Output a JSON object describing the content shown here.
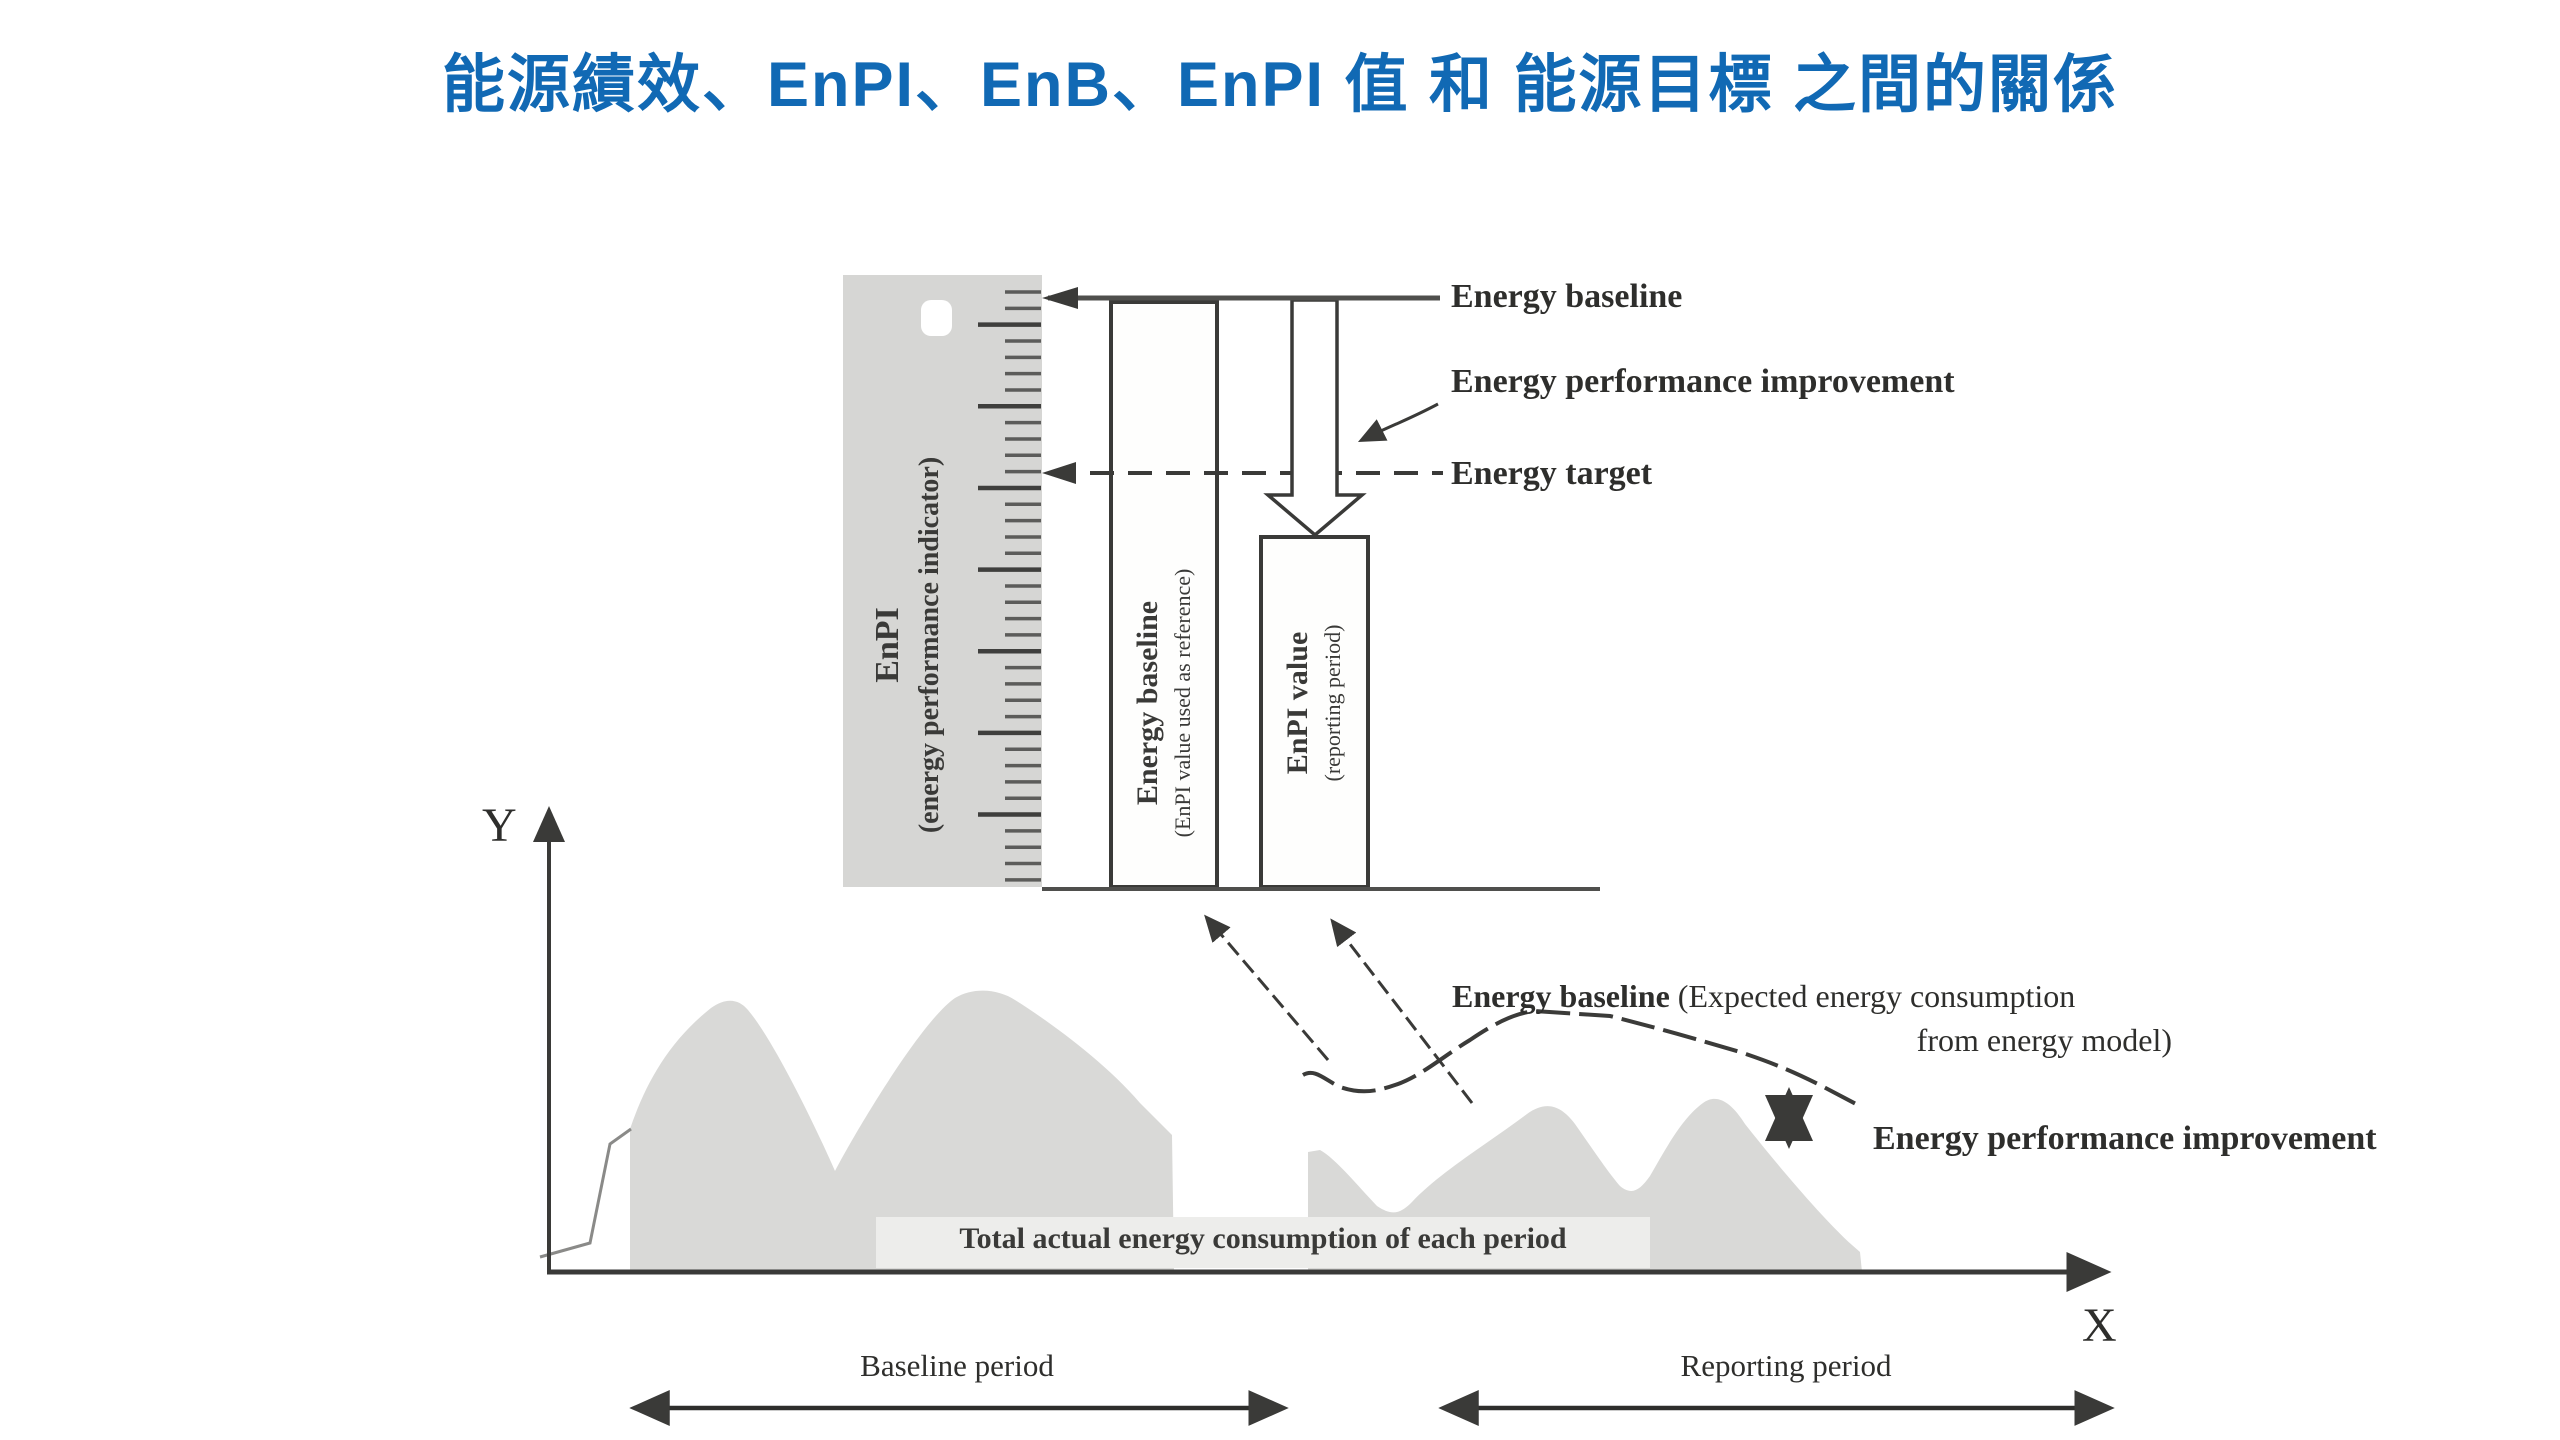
{
  "title": "能源績效、EnPI、EnB、EnPI 值 和 能源目標 之間的關係",
  "upper_diagram": {
    "ruler": {
      "label_line1": "EnPI",
      "label_line2": "(energy performance indicator)"
    },
    "bars": [
      {
        "label": "Energy baseline",
        "sublabel": "(EnPI value used as reference)"
      },
      {
        "label": "EnPI value",
        "sublabel": "(reporting period)"
      }
    ],
    "annotations": {
      "energy_baseline": "Energy baseline",
      "energy_performance_improvement": "Energy performance improvement",
      "energy_target": "Energy target"
    }
  },
  "lower_chart": {
    "y_axis_label": "Y",
    "x_axis_label": "X",
    "consumption_box_label": "Total actual energy consumption of each period",
    "baseline_note_bold": "Energy baseline",
    "baseline_note_rest": " (Expected energy consumption",
    "baseline_note_line2": "from energy model)",
    "improvement_label": "Energy performance improvement",
    "periods": [
      {
        "label": "Baseline period"
      },
      {
        "label": "Reporting period"
      }
    ]
  },
  "colors": {
    "title_blue": "#1169b4",
    "ink": "#3a3a38",
    "line_gray": "#4f4f4d",
    "ruler_gray": "#d6d6d4",
    "mountain_gray": "#d9d9d7",
    "box_gray": "#ededeb"
  }
}
